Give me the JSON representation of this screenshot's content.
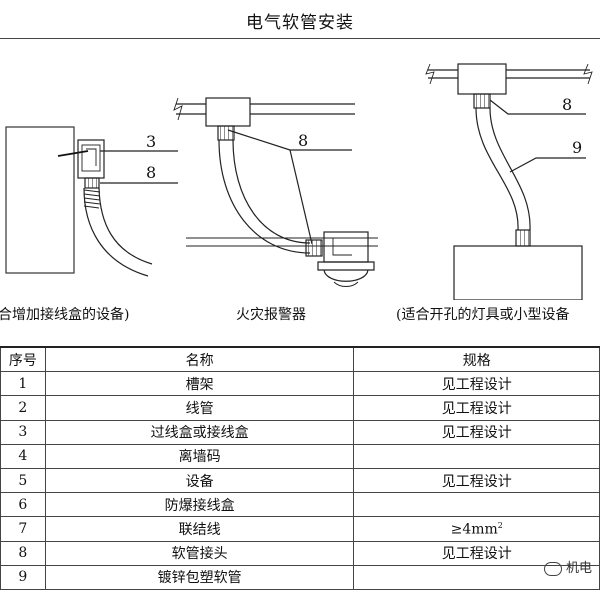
{
  "title": "电气软管安装",
  "captions": {
    "left": "合增加接线盒的设备)",
    "middle": "火灾报警器",
    "right": "(适合开孔的灯具或小型设备"
  },
  "callouts": {
    "left_upper": "3",
    "left_lower": "8",
    "middle": "8",
    "right_upper": "8",
    "right_lower": "9"
  },
  "table": {
    "headers": [
      "序号",
      "名称",
      "规格"
    ],
    "rows": [
      {
        "no": "1",
        "name": "槽架",
        "spec": "见工程设计"
      },
      {
        "no": "2",
        "name": "线管",
        "spec": "见工程设计"
      },
      {
        "no": "3",
        "name": "过线盒或接线盒",
        "spec": "见工程设计"
      },
      {
        "no": "4",
        "name": "离墙码",
        "spec": ""
      },
      {
        "no": "5",
        "name": "设备",
        "spec": "见工程设计"
      },
      {
        "no": "6",
        "name": "防爆接线盒",
        "spec": ""
      },
      {
        "no": "7",
        "name": "联结线",
        "spec": "≥4mm",
        "spec_sup": "2"
      },
      {
        "no": "8",
        "name": "软管接头",
        "spec": "见工程设计"
      },
      {
        "no": "9",
        "name": "镀锌包塑软管",
        "spec": ""
      }
    ]
  },
  "watermark": "机电"
}
